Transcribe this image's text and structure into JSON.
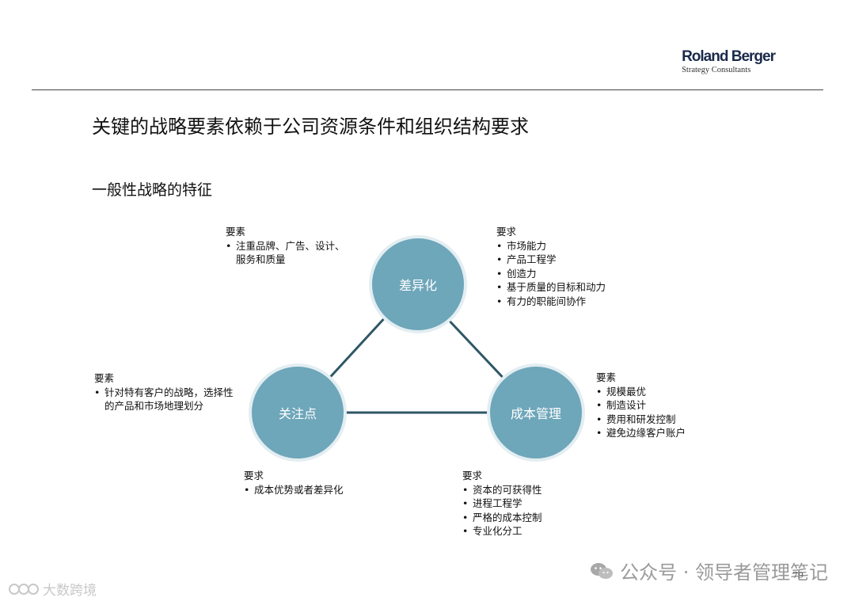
{
  "logo": {
    "name": "Roland Berger",
    "tagline": "Strategy Consultants"
  },
  "title": "关键的战略要素依赖于公司资源条件和组织结构要求",
  "subtitle": "一般性战略的特征",
  "nodes": {
    "differentiation": "差异化",
    "focus": "关注点",
    "cost": "成本管理"
  },
  "notes": {
    "diff_elements": {
      "heading": "要素",
      "items": [
        "注重品牌、广告、设计、",
        "服务和质量"
      ]
    },
    "diff_requirements": {
      "heading": "要求",
      "items": [
        "市场能力",
        "产品工程学",
        "创造力",
        "基于质量的目标和动力",
        "有力的职能间协作"
      ]
    },
    "focus_elements": {
      "heading": "要素",
      "items": [
        "针对特有客户的战略，选择性",
        "的产品和市场地理划分"
      ]
    },
    "focus_requirements": {
      "heading": "要求",
      "items": [
        "成本优势或者差异化"
      ]
    },
    "cost_elements": {
      "heading": "要素",
      "items": [
        "规模最优",
        "制造设计",
        "费用和研发控制",
        "避免边缘客户账户"
      ]
    },
    "cost_requirements": {
      "heading": "要求",
      "items": [
        "资本的可获得性",
        "进程工程学",
        "严格的成本控制",
        "专业化分工"
      ]
    }
  },
  "watermark": {
    "right_text": "公众号 · 领导者管理笔记",
    "left_text": "大数跨境",
    "left_icon": "watermark-logo-icon",
    "right_icon": "wechat-icon"
  },
  "page_number": "79",
  "colors": {
    "circle": "#6ea6ba",
    "connector": "#2f5766"
  }
}
